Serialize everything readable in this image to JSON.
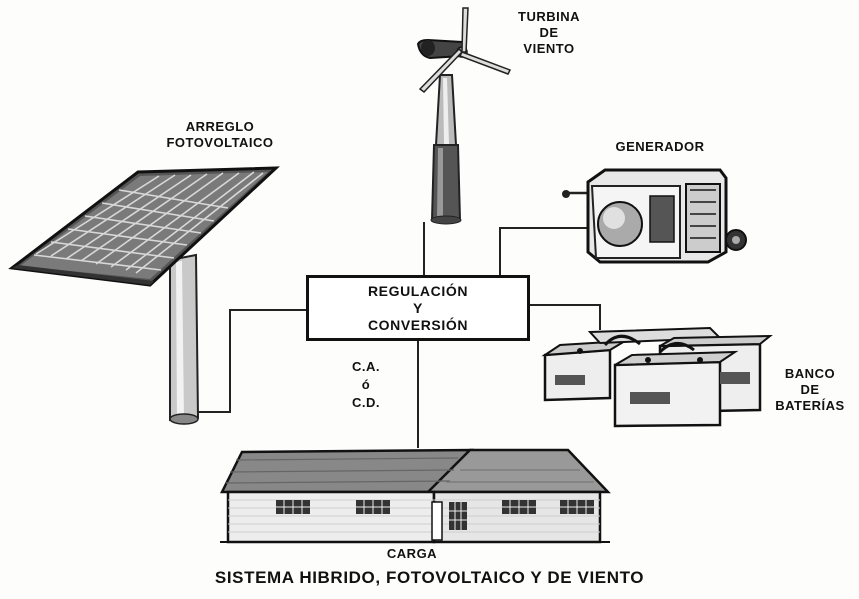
{
  "labels": {
    "pv": [
      "ARREGLO",
      "FOTOVOLTAICO"
    ],
    "wind": [
      "TURBINA",
      "DE",
      "VIENTO"
    ],
    "generator": "GENERADOR",
    "batteries": [
      "BANCO",
      "DE",
      "BATERÍAS"
    ],
    "regulation": [
      "REGULACIÓN",
      "Y",
      "CONVERSIÓN"
    ],
    "current": [
      "C.A.",
      "ó",
      "C.D."
    ],
    "load": "CARGA"
  },
  "title": "SISTEMA HIBRIDO, FOTOVOLTAICO Y DE VIENTO"
}
